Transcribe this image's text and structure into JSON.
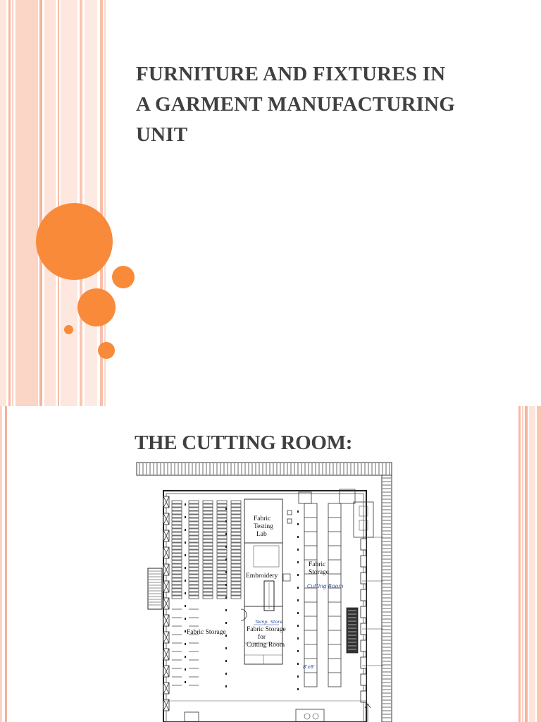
{
  "slide1": {
    "title": "FURNITURE AND FIXTURES IN\nA GARMENT MANUFACTURING\nUNIT"
  },
  "slide2": {
    "title": "THE CUTTING ROOM:",
    "floor_plan": {
      "labels": {
        "fabric_testing_lab": [
          "Fabric",
          "Testing",
          "Lab"
        ],
        "embroidery": "Embroidery",
        "fabric_storage_right": [
          "Fabric",
          "Storage"
        ],
        "cutting_room_handwritten": "Cutting Room",
        "fabric_storage_left": "Fabric Storage",
        "fabric_storage_cutting": [
          "Fabric Storage",
          "for",
          "Cutting Room"
        ],
        "handwritten_note": "Temp. Store",
        "handwritten_dims": "8'x6'"
      }
    }
  },
  "colors": {
    "accent_orange": "#f98a3a",
    "stripe_pink": "#f9c6b2",
    "stripe_light": "#fde4da",
    "title_gray": "#404040"
  }
}
